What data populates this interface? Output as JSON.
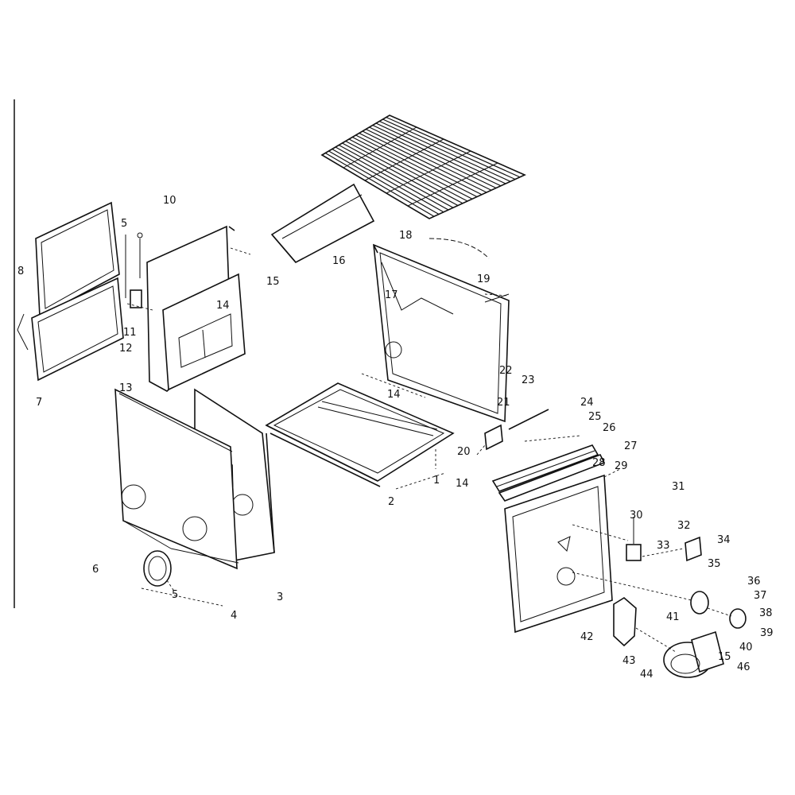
{
  "diagram": {
    "type": "exploded-parts-view",
    "callouts": [
      "1",
      "2",
      "3",
      "4",
      "5",
      "5",
      "6",
      "7",
      "8",
      "10",
      "11",
      "12",
      "13",
      "14",
      "14",
      "14",
      "15",
      "15",
      "16",
      "17",
      "18",
      "19",
      "20",
      "21",
      "22",
      "23",
      "24",
      "25",
      "26",
      "27",
      "28",
      "29",
      "30",
      "31",
      "32",
      "33",
      "34",
      "35",
      "36",
      "37",
      "38",
      "39",
      "40",
      "41",
      "42",
      "43",
      "44",
      "46"
    ]
  }
}
